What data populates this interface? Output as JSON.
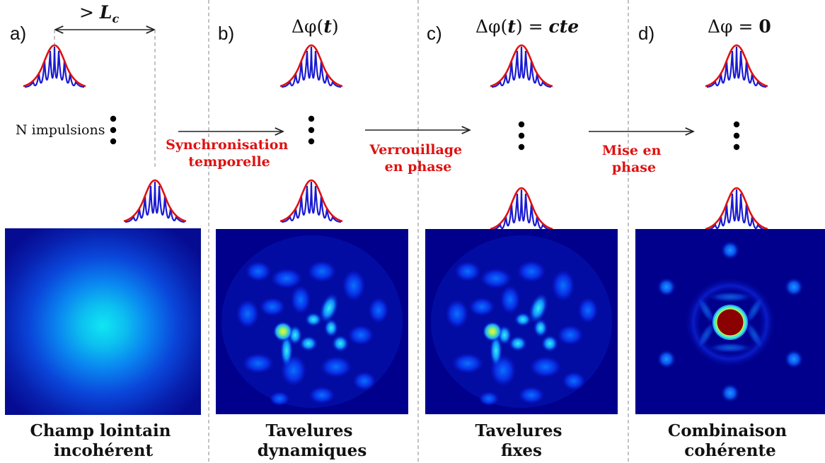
{
  "panels": [
    {
      "letter": "a)",
      "caption_lines": [
        "Champ lointain",
        "incohérent"
      ],
      "pattern": "incoherent"
    },
    {
      "letter": "b)",
      "caption_lines": [
        "Tavelures",
        "dynamiques"
      ],
      "pattern": "speckle"
    },
    {
      "letter": "c)",
      "caption_lines": [
        "Tavelures",
        "fixes"
      ],
      "pattern": "speckle"
    },
    {
      "letter": "d)",
      "caption_lines": [
        "Combinaison",
        "cohérente"
      ],
      "pattern": "coherent"
    }
  ],
  "equations": {
    "coherence_length": {
      "prefix": "> ",
      "symbol": "L",
      "subscript": "c"
    },
    "b": {
      "prefix": "Δφ(",
      "var": "t",
      "suffix": ")"
    },
    "c": {
      "prefix": "Δφ(",
      "var": "t",
      "mid": ") = ",
      "value": "cte"
    },
    "d": {
      "prefix": "Δφ = ",
      "value": "0"
    }
  },
  "pulse_count_label": "N impulsions",
  "steps": [
    {
      "lines": [
        "Synchronisation",
        "temporelle"
      ]
    },
    {
      "lines": [
        "Verrouillage",
        "en phase"
      ]
    },
    {
      "lines": [
        "Mise en",
        "phase"
      ]
    }
  ],
  "colors": {
    "envelope": "#e01010",
    "carrier": "#1a1ad0",
    "step_text": "#e01010",
    "background_field": "#00008c",
    "peak_core": "#8b0000"
  },
  "icons": [
    "gaussian-pulse",
    "dot-ellipsis",
    "arrow-right",
    "double-arrow"
  ]
}
